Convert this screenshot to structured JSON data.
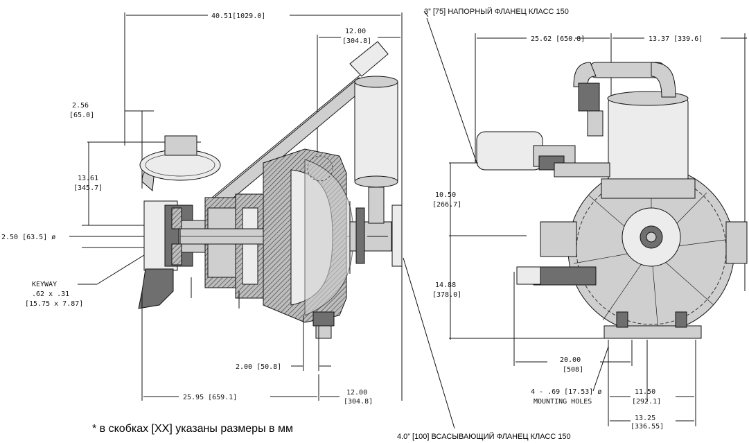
{
  "drawing": {
    "left_view": {
      "overall_width": "40.51[1029.0]",
      "outlet_height_a": "12.00",
      "outlet_height_b": "[304.8]",
      "offset_top_a": "2.56",
      "offset_top_b": "[65.0]",
      "height_mid_a": "13.61",
      "height_mid_b": "[345.7]",
      "shaft_dia": "2.50 [63.5] ø",
      "keyway_title": "KEYWAY",
      "keyway_size": ".62 x .31",
      "keyway_mm": "[15.75 x 7.87]",
      "flange_gap": "2.00 [50.8]",
      "base_length": "25.95 [659.1]",
      "outlet_len_a": "12.00",
      "outlet_len_b": "[304.8]"
    },
    "right_view": {
      "discharge_label": "3”  [75] НАПОРНЫЙ ФЛАНЕЦ КЛАСС 150",
      "top_width": "25.62 [650.8]",
      "top_right": "13.37 [339.6]",
      "inlet_height_a": "10.50",
      "inlet_height_b": "[266.7]",
      "base_height_a": "14.88",
      "base_height_b": "[378.0]",
      "bolt_spacing_a": "20.00",
      "bolt_spacing_b": "[508]",
      "holes_a": "4 - .69 [17.53] ø",
      "holes_b": "MOUNTING HOLES",
      "foot_a": "11.50",
      "foot_b": "[292.1]",
      "foot_total_a": "13.25",
      "foot_total_b": "[336.55]",
      "suction_label": "4.0”  [100] ВСАСЫВАЮЩИЙ ФЛАНЕЦ КЛАСС 150"
    },
    "footnote": "* в скобках [XX] указаны размеры в мм"
  }
}
